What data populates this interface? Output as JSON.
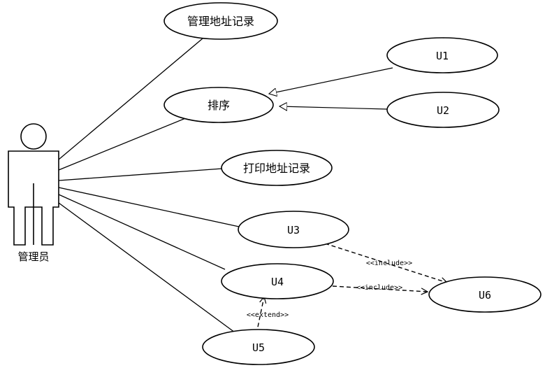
{
  "actor": {
    "label": "管理员"
  },
  "use_cases": {
    "manage": "管理地址记录",
    "sort": "排序",
    "print": "打印地址记录",
    "u1": "U1",
    "u2": "U2",
    "u3": "U3",
    "u4": "U4",
    "u5": "U5",
    "u6": "U6"
  },
  "relationships": {
    "u3_u6": "<<include>>",
    "u4_u6": "<<include>>",
    "u5_u4": "<<extend>>"
  }
}
